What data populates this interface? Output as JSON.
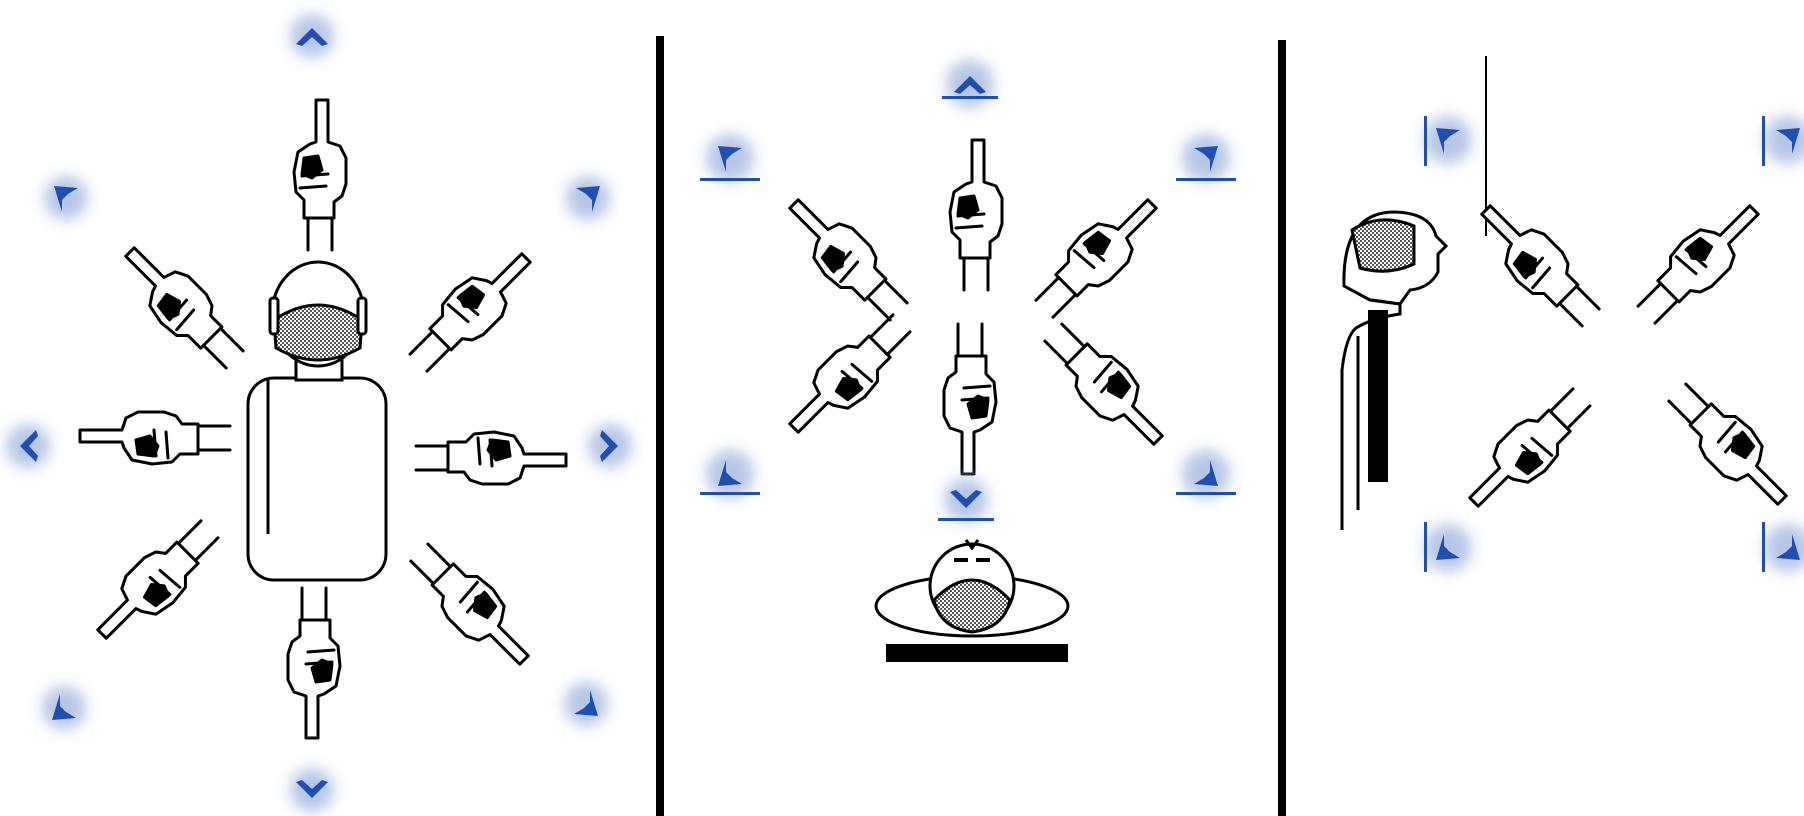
{
  "colors": {
    "ink": "#000000",
    "arrow_blue": "#1f4fb0",
    "paper": "#ffffff",
    "hatch": "#555555"
  },
  "panels": [
    {
      "id": "around",
      "icons": [
        "up-caret-icon",
        "upper-left-corner-arrow-icon",
        "upper-right-corner-arrow-icon",
        "left-caret-icon",
        "right-caret-icon",
        "lower-left-corner-arrow-icon",
        "lower-right-corner-arrow-icon",
        "down-caret-icon"
      ]
    },
    {
      "id": "above",
      "icons": [
        "up-caret-bar-icon",
        "upper-left-bar-arrow-icon",
        "upper-right-bar-arrow-icon",
        "lower-left-bar-arrow-icon",
        "lower-right-bar-arrow-icon",
        "down-caret-bar-icon"
      ]
    },
    {
      "id": "side",
      "icons": [
        "upper-left-bracket-arrow-icon",
        "upper-right-bracket-arrow-icon",
        "lower-left-bracket-arrow-icon",
        "lower-right-bracket-arrow-icon"
      ]
    }
  ]
}
